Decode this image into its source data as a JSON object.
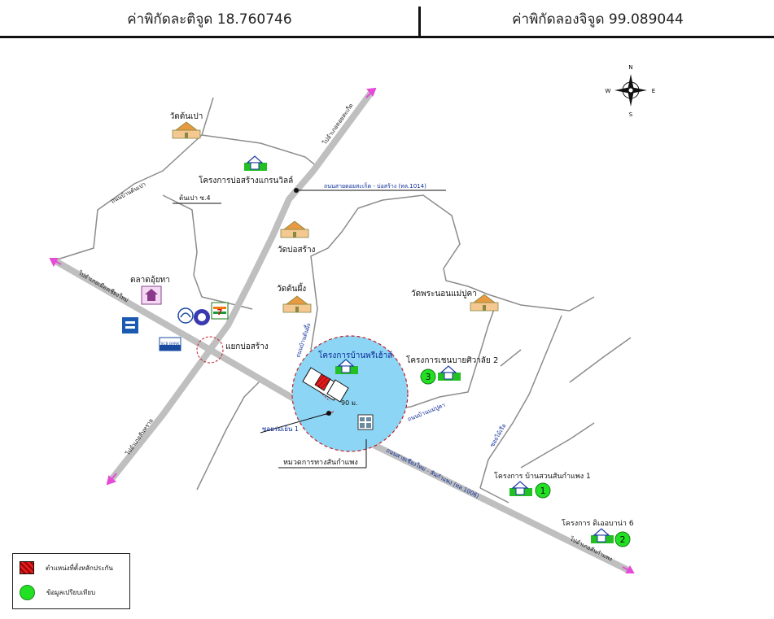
{
  "header": {
    "lat": "ค่าพิกัดละติจูด 18.760746",
    "lng": "ค่าพิกัดลองจิจูด 99.089044"
  },
  "compass": {
    "n": "N",
    "s": "S",
    "e": "E",
    "w": "W"
  },
  "labels": {
    "wat_ton_pao": "วัดต้นเปา",
    "project_bosang_grandville": "โครงการบ่อสร้างแกรนวิลล์",
    "road_doi_saket_bosang": "ถนนสายดอยสะเก็ด - บ่อสร้าง (ทล.1014)",
    "to_doi_saket": "ไปอำเภอดอยสะเก็ด",
    "road_ton_pao": "ถนนบ้านต้นเปา",
    "ton_pao_soi": "ต้นเปา ซ.4",
    "wat_bosang": "วัดบ่อสร้าง",
    "to_chiang_mai": "ไปอำเภอเมืองเชียงใหม่",
    "market": "ตลาดอุ้ยทา",
    "wat_ton_pueng": "วัดต้นผึ้ง",
    "wat_phra_non": "วัดพระนอนแม่ปูคา",
    "bosang_junction": "แยกบ่อสร้าง",
    "project_baan_house": "โครงการบ้านพรีเฮ้าส์",
    "road_ton_pueng": "ถนนบ้านต้นผึ้ง",
    "project_chanthana": "โครงการเชนบายศิวาลัย 2",
    "distance": "90 ม.",
    "soi_ruam": "ซอยร่มเย็น 1",
    "road_mae_pu_kha": "ถนนบ้านแม่ปูคา",
    "road_chiangmai_sankamphaeng": "ถนนสายเชียงใหม่ - สันกำแพง (ทล.1006)",
    "highway_office": "หมวดการทางสันกำแพง",
    "to_san_sai": "ไปอำเภอสันทราย",
    "road_mai_ruen": "ซอยไม้เรือ",
    "project_suan_sankamphaeng": "โครงการ บ้านสวนสันกำแพง 1",
    "project_dwell": "โครงการ ดิเออบาน่า 6",
    "to_sankamphaeng": "ไปอำเภอสันกำแพง",
    "bank_label": "SCB BANK"
  },
  "markers": {
    "m1": "1",
    "m2": "2",
    "m3": "3"
  },
  "legend": {
    "subject": "ตำแหน่งที่ตั้งหลักประกัน",
    "comparable": "ข้อมูลเปรียบเทียบ"
  },
  "colors": {
    "road": "#bfbfbf",
    "minor_road": "#8c8c8c",
    "circle": "#8dd5f4",
    "circle_border": "#c0202a",
    "subject": "#e02020",
    "comparable": "#22e022",
    "arrow": "#e64bd8",
    "label_blue": "#0a2a9a"
  }
}
